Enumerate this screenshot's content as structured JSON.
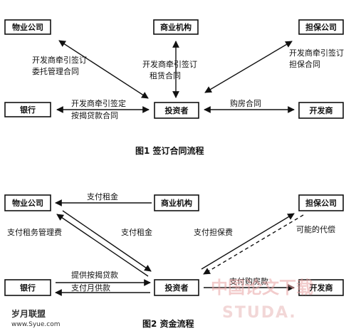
{
  "figure1": {
    "caption": "图1   签订合同流程",
    "nodes": {
      "property": "物业公司",
      "commercial": "商业机构",
      "guarantee": "担保公司",
      "bank": "银行",
      "investor": "投资者",
      "developer": "开发商"
    },
    "edges": {
      "property_1": "开发商牵引签订",
      "property_2": "委托管理合同",
      "commercial_1": "开发商牵引签订",
      "commercial_2": "租赁合同",
      "guarantee_1": "开发商牵引签订",
      "guarantee_2": "担保合同",
      "bank_1": "开发商牵引签定",
      "bank_2": "按揭贷款合同",
      "developer": "购房合同"
    }
  },
  "figure2": {
    "caption": "图2   资金流程",
    "nodes": {
      "property": "物业公司",
      "commercial": "商业机构",
      "guarantee": "担保公司",
      "bank": "银行",
      "investor": "投资者",
      "developer": "开发商"
    },
    "edges": {
      "rent_to_property": "支付租金",
      "mgmt_fee": "支付租务管理费",
      "rent_to_investor": "支付租金",
      "guarantee_fee": "支付担保费",
      "possible_comp": "可能的代偿",
      "mortgage_loan": "提供按揭贷款",
      "monthly_pay": "支付月供款",
      "purchase": "支付购房款"
    }
  },
  "watermark": {
    "site_cn": "中国论文下载",
    "site_en": "STUDA.",
    "corner_cn": "岁月联盟",
    "corner_url": "www.Syue.com"
  }
}
